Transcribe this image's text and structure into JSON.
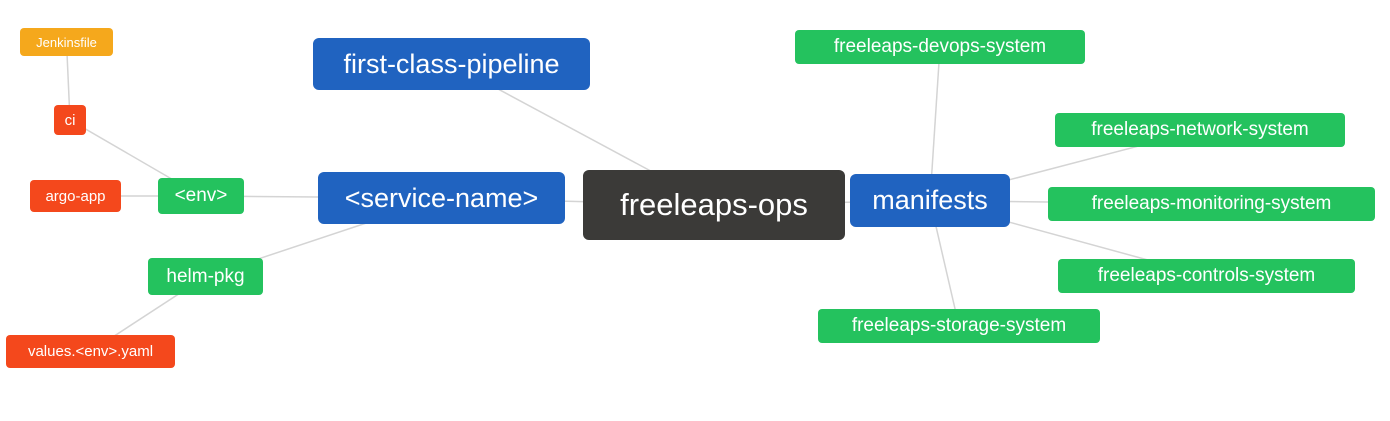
{
  "diagram": {
    "type": "mindmap",
    "root_label": "freeleaps-ops",
    "palette": {
      "dark": "#3b3a38",
      "blue": "#2063c0",
      "green": "#24c25e",
      "red": "#f4481c",
      "orange": "#f5a81c",
      "edge": "#d4d4d4"
    },
    "nodes": [
      {
        "id": "first-class-pipeline",
        "label": "first-class-pipeline",
        "color": "blue"
      },
      {
        "id": "service-name",
        "label": "<service-name>",
        "color": "blue"
      },
      {
        "id": "freeleaps-ops",
        "label": "freeleaps-ops",
        "color": "dark"
      },
      {
        "id": "manifests",
        "label": "manifests",
        "color": "blue"
      },
      {
        "id": "devops-system",
        "label": "freeleaps-devops-system",
        "color": "green"
      },
      {
        "id": "network-system",
        "label": "freeleaps-network-system",
        "color": "green"
      },
      {
        "id": "monitoring-system",
        "label": "freeleaps-monitoring-system",
        "color": "green"
      },
      {
        "id": "controls-system",
        "label": "freeleaps-controls-system",
        "color": "green"
      },
      {
        "id": "storage-system",
        "label": "freeleaps-storage-system",
        "color": "green"
      },
      {
        "id": "env",
        "label": "<env>",
        "color": "green"
      },
      {
        "id": "helm-pkg",
        "label": "helm-pkg",
        "color": "green"
      },
      {
        "id": "ci",
        "label": "ci",
        "color": "red"
      },
      {
        "id": "argo-app",
        "label": "argo-app",
        "color": "red"
      },
      {
        "id": "jenkinsfile",
        "label": "Jenkinsfile",
        "color": "orange"
      },
      {
        "id": "values-env-yaml",
        "label": "values.<env>.yaml",
        "color": "red"
      }
    ],
    "edges": [
      {
        "from": "jenkinsfile",
        "to": "ci"
      },
      {
        "from": "ci",
        "to": "env"
      },
      {
        "from": "argo-app",
        "to": "env"
      },
      {
        "from": "env",
        "to": "service-name"
      },
      {
        "from": "values-env-yaml",
        "to": "helm-pkg"
      },
      {
        "from": "helm-pkg",
        "to": "service-name"
      },
      {
        "from": "first-class-pipeline",
        "to": "freeleaps-ops"
      },
      {
        "from": "service-name",
        "to": "freeleaps-ops"
      },
      {
        "from": "freeleaps-ops",
        "to": "manifests"
      },
      {
        "from": "manifests",
        "to": "devops-system"
      },
      {
        "from": "manifests",
        "to": "network-system"
      },
      {
        "from": "manifests",
        "to": "monitoring-system"
      },
      {
        "from": "manifests",
        "to": "controls-system"
      },
      {
        "from": "manifests",
        "to": "storage-system"
      }
    ]
  }
}
